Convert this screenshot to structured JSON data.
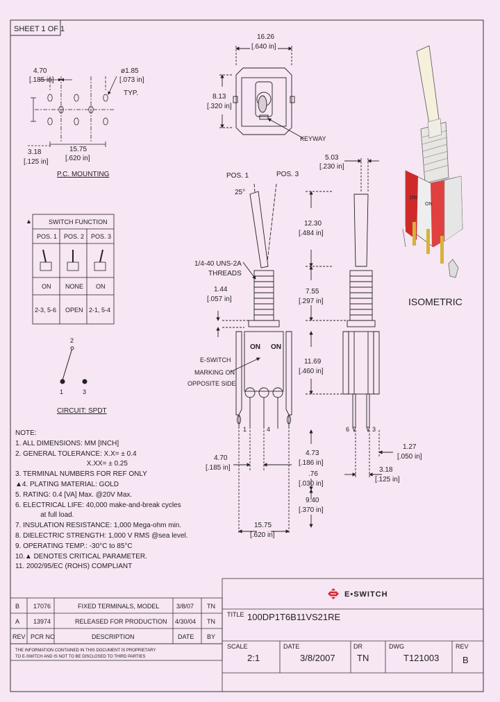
{
  "sheet_label": "SHEET 1 OF 1",
  "pc_mounting": {
    "title": "P.C. MOUNTING",
    "dim_470": "4.70",
    "dim_470_in": "[.185 in]",
    "dim_hole": "ø1.85",
    "dim_hole_in": "[.073 in]",
    "typ": "TYP.",
    "dim_318": "3.18",
    "dim_318_in": "[.125 in]",
    "dim_1575": "15.75",
    "dim_1575_in": "[.620 in]"
  },
  "top_view": {
    "dim_w": "16.26",
    "dim_w_in": "[.640 in]",
    "dim_h": "8.13",
    "dim_h_in": "[.320 in]",
    "keyway": "KEYWAY"
  },
  "front_view": {
    "pos1": "POS. 1",
    "pos3": "POS. 3",
    "angle": "25°",
    "threads_1": "1/4-40 UNS-2A",
    "threads_2": "THREADS",
    "dim_144": "1.44",
    "dim_144_in": "[.057 in]",
    "on_left": "ON",
    "on_right": "ON",
    "marking_1": "E-SWITCH",
    "marking_2": "MARKING ON",
    "marking_3": "OPPOSITE SIDE",
    "term_1": "1",
    "term_4": "4",
    "dim_470b": "4.70",
    "dim_470b_in": "[.185 in]",
    "dim_1575b": "15.75",
    "dim_1575b_in": "[.620 in]"
  },
  "side_view": {
    "dim_503": "5.03",
    "dim_503_in": "[.230 in]",
    "dim_1230": "12.30",
    "dim_1230_in": "[.484 in]",
    "dim_755": "7.55",
    "dim_755_in": "[.297 in]",
    "dim_1169": "11.69",
    "dim_1169_in": "[.460 in]",
    "dim_473": "4.73",
    "dim_473_in": "[.186 in]",
    "dim_76": ".76",
    "dim_76_in": "[.030 in]",
    "dim_940": "9.40",
    "dim_940_in": "[.370 in]",
    "dim_127": "1.27",
    "dim_127_in": "[.050 in]",
    "dim_318b": "3.18",
    "dim_318b_in": "[.125 in]",
    "term_6": "6",
    "term_3": "3"
  },
  "isometric": {
    "label": "ISOMETRIC",
    "on1": "ON",
    "on2": "ON"
  },
  "switch_function": {
    "flag": "▲",
    "title": "SWITCH FUNCTION",
    "headers": [
      "POS. 1",
      "POS. 2",
      "POS. 3"
    ],
    "state_row": [
      "ON",
      "NONE",
      "ON"
    ],
    "terminal_row": [
      "2-3, 5-6",
      "OPEN",
      "2-1, 5-4"
    ]
  },
  "circuit": {
    "title": "CIRCUIT: SPDT",
    "n1": "1",
    "n2": "2",
    "n3": "3"
  },
  "notes": [
    "NOTE:",
    "  1. ALL DIMENSIONS: MM [INCH]",
    "  2. GENERAL TOLERANCE:  X.X= ± 0.4",
    "                                     X.XX= ± 0.25",
    "  3. TERMINAL NUMBERS FOR REF ONLY",
    "▲4. PLATING MATERIAL: GOLD",
    "  5. RATING: 0.4 [VA] Max. @20V Max.",
    "  6. ELECTRICAL LIFE: 40,000 make-and-break cycles",
    "             at full load.",
    "  7. INSULATION RESISTANCE: 1,000 Mega-ohm min.",
    "  8. DIELECTRIC STRENGTH: 1,000 V RMS @sea level.",
    "  9. OPERATING TEMP.: -30°C to 85°C",
    "10.▲ DENOTES CRITICAL PARAMETER.",
    "11. 2002/95/EC (ROHS) COMPLIANT"
  ],
  "revisions": [
    {
      "rev": "B",
      "pcr": "17076",
      "desc": "FIXED TERMINALS, MODEL",
      "date": "3/8/07",
      "by": "TN"
    },
    {
      "rev": "A",
      "pcr": "13974",
      "desc": "RELEASED FOR PRODUCTION",
      "date": "4/30/04",
      "by": "TN"
    }
  ],
  "rev_headers": {
    "rev": "REV",
    "pcr": "PCR NO",
    "desc": "DESCRIPTION",
    "date": "DATE",
    "by": "BY"
  },
  "disclaimer_1": "THE INFORMATION CONTAINED IN THIS DOCUMENT IS PROPRIETARY",
  "disclaimer_2": "TO E-SWITCH AND IS NOT TO BE DISCLOSED TO THIRD PARTIES",
  "brand": "E•SWITCH",
  "title_block": {
    "title_label": "TITLE",
    "title": "100DP1T6B11VS21RE",
    "scale_label": "SCALE",
    "scale": "2:1",
    "date_label": "DATE",
    "date": "3/8/2007",
    "dr_label": "DR",
    "dr": "TN",
    "dwg_label": "DWG",
    "dwg": "T121003",
    "rev_label": "REV",
    "rev": "B"
  },
  "colors": {
    "background": "#f7e6f4",
    "line": "#222222",
    "switch_red": "#cf2a2a",
    "gold": "#d6b23a",
    "brand": "#d6263a"
  }
}
